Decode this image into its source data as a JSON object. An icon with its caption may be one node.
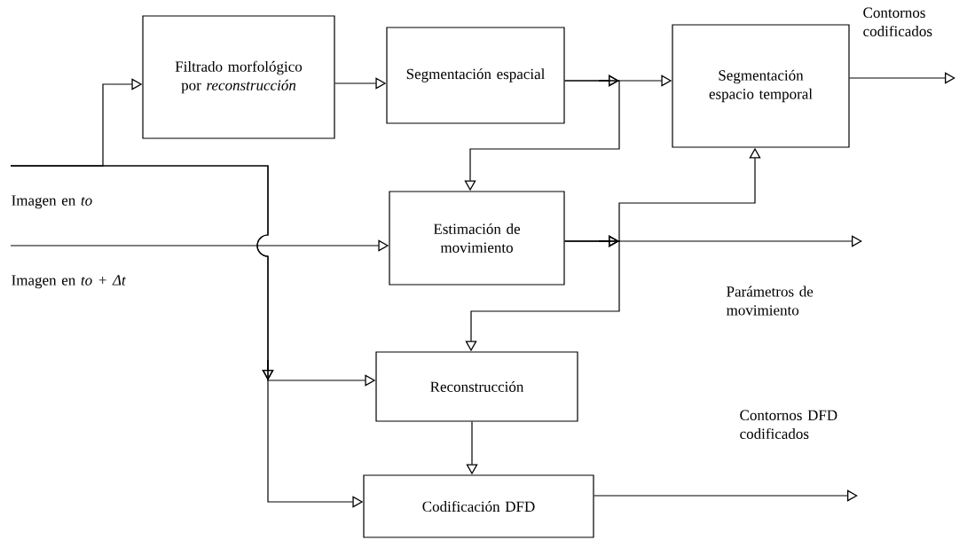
{
  "diagram": {
    "nodes": [
      {
        "text": [
          "Filtrado morfológico por *reconstrucción*"
        ]
      },
      {
        "text": [
          "Segmentación espacial"
        ]
      },
      {
        "text": [
          "Segmentación espacio temporal"
        ]
      },
      {
        "text": [
          "Estimación de movimiento"
        ]
      },
      {
        "text": [
          "Reconstrucción"
        ]
      },
      {
        "text": [
          "Codificación DFD"
        ]
      },
      {
        "text": [
          "Imagen en *to*"
        ]
      },
      {
        "text": [
          "Imagen en *to + Δt*"
        ]
      }
    ],
    "edges": [
      {
        "from": 6,
        "to": 0,
        "arrow": "to"
      },
      {
        "from": 6,
        "to": 4,
        "arrow": "to"
      },
      {
        "from": 6,
        "to": 5,
        "arrow": "to"
      },
      {
        "from": 7,
        "to": 3,
        "arrow": "to"
      },
      {
        "from": 0,
        "to": 1,
        "arrow": "to"
      },
      {
        "from": 1,
        "to": 2,
        "arrow": "to"
      },
      {
        "from": 1,
        "to": 3,
        "arrow": "to"
      },
      {
        "from": 2,
        "to": null,
        "arrow": "to"
      },
      {
        "from": 3,
        "to": 2,
        "arrow": "to"
      },
      {
        "from": 3,
        "to": null,
        "arrow": "to"
      },
      {
        "from": 3,
        "to": 4,
        "arrow": "to"
      },
      {
        "from": 4,
        "to": 5,
        "arrow": "to"
      },
      {
        "from": 5,
        "to": null,
        "arrow": "to"
      }
    ],
    "labels": [
      "Contornos codificados",
      "Parámetros de movimiento",
      "Contornos DFD codificados"
    ]
  }
}
